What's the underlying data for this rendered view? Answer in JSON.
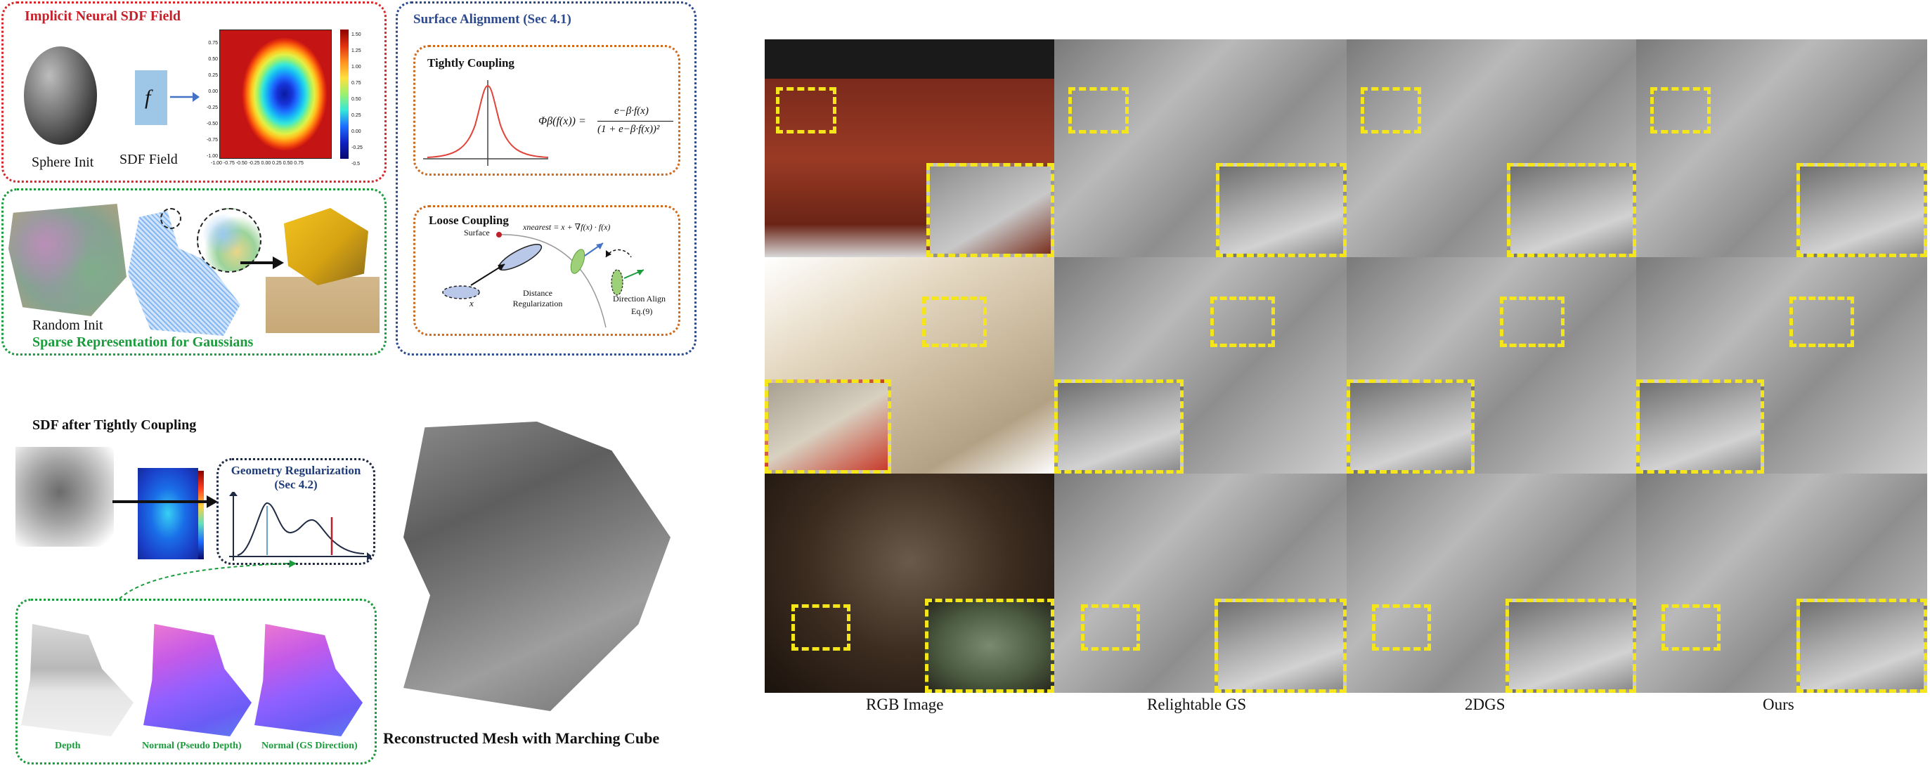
{
  "sdf_box": {
    "title": "Implicit Neural SDF Field",
    "sphere_caption": "Sphere Init",
    "f_symbol": "f",
    "sdf_caption": "SDF Field",
    "colorbar_ticks": [
      "1.50",
      "1.25",
      "1.00",
      "0.75",
      "0.50",
      "0.25",
      "0.00",
      "-0.25",
      "-0.5"
    ],
    "y_ticks": [
      "0.75",
      "0.50",
      "0.25",
      "0.00",
      "-0.25",
      "-0.50",
      "-0.75",
      "-1.00"
    ],
    "x_ticks": "-1.00 -0.75 -0.50 -0.25 0.00 0.25 0.50 0.75"
  },
  "gauss_box": {
    "random_caption": "Random Init",
    "title": "Sparse Representation for Gaussians"
  },
  "align_box": {
    "title": "Surface Alignment (Sec 4.1)",
    "tight_title": "Tightly Coupling",
    "tight_formula_lhs": "Φβ(f(x)) =",
    "tight_formula_num": "e−β·f(x)",
    "tight_formula_den": "(1 + e−β·f(x))²",
    "loose_title": "Loose Coupling",
    "surface_label": "Surface",
    "nearest_formula": "xnearest = x + ∇f(x) · f(x)",
    "distance_label": "Distance Regularization",
    "x_label": "x",
    "direction_label": "Direction Align",
    "eq_label": "Eq.(9)"
  },
  "bottom_left": {
    "sdf_after_title": "SDF after Tightly Coupling",
    "geom_title": "Geometry Regularization (Sec 4.2)",
    "depth_label": "Depth",
    "normal_pseudo_label": "Normal (Pseudo Depth)",
    "normal_gs_label": "Normal (GS Direction)",
    "mesh_caption": "Reconstructed Mesh with Marching Cube"
  },
  "comparison": {
    "columns": [
      "RGB Image",
      "Relightable GS",
      "2DGS",
      "Ours"
    ]
  },
  "colors": {
    "red": "#d9262a",
    "green": "#1a9b3c",
    "blue": "#2c4a8f",
    "orange": "#cf6a1d",
    "inset_yellow": "#f5e61c"
  }
}
